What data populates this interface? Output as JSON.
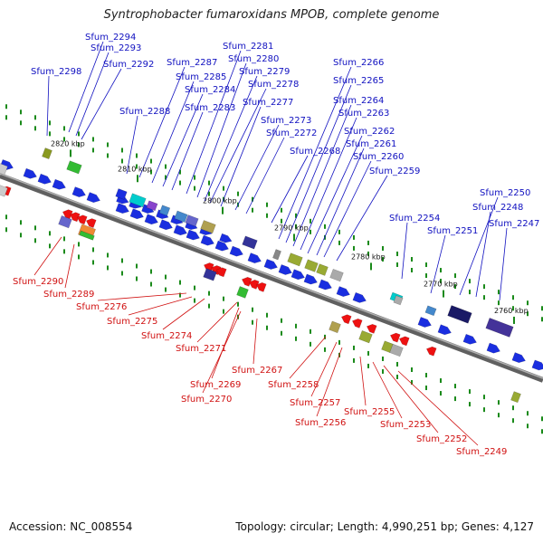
{
  "title": "Syntrophobacter fumaroxidans MPOB, complete genome",
  "footer": {
    "accession": "Accession: NC_008554",
    "summary": "Topology: circular; Length: 4,990,251 bp; Genes: 4,127"
  },
  "colors": {
    "forward": "#1a2ee0",
    "reverse": "#ee1111",
    "backbone": "#888888"
  },
  "ticks": [
    {
      "label": "2820 kbp"
    },
    {
      "label": "2810 kbp"
    },
    {
      "label": "2800 kbp"
    },
    {
      "label": "2790 kbp"
    },
    {
      "label": "2780 kbp"
    },
    {
      "label": "2770 kbp"
    },
    {
      "label": "2760 kbp"
    }
  ],
  "forward_genes": [
    {
      "label": "Sfum_2298"
    },
    {
      "label": "Sfum_2294"
    },
    {
      "label": "Sfum_2293"
    },
    {
      "label": "Sfum_2292"
    },
    {
      "label": "Sfum_2288"
    },
    {
      "label": "Sfum_2287"
    },
    {
      "label": "Sfum_2285"
    },
    {
      "label": "Sfum_2284"
    },
    {
      "label": "Sfum_2283"
    },
    {
      "label": "Sfum_2281"
    },
    {
      "label": "Sfum_2280"
    },
    {
      "label": "Sfum_2279"
    },
    {
      "label": "Sfum_2278"
    },
    {
      "label": "Sfum_2277"
    },
    {
      "label": "Sfum_2273"
    },
    {
      "label": "Sfum_2272"
    },
    {
      "label": "Sfum_2268"
    },
    {
      "label": "Sfum_2266"
    },
    {
      "label": "Sfum_2265"
    },
    {
      "label": "Sfum_2264"
    },
    {
      "label": "Sfum_2263"
    },
    {
      "label": "Sfum_2262"
    },
    {
      "label": "Sfum_2261"
    },
    {
      "label": "Sfum_2260"
    },
    {
      "label": "Sfum_2259"
    },
    {
      "label": "Sfum_2254"
    },
    {
      "label": "Sfum_2251"
    },
    {
      "label": "Sfum_2250"
    },
    {
      "label": "Sfum_2248"
    },
    {
      "label": "Sfum_2247"
    }
  ],
  "reverse_genes": [
    {
      "label": "Sfum_2290"
    },
    {
      "label": "Sfum_2289"
    },
    {
      "label": "Sfum_2276"
    },
    {
      "label": "Sfum_2275"
    },
    {
      "label": "Sfum_2274"
    },
    {
      "label": "Sfum_2271"
    },
    {
      "label": "Sfum_2269"
    },
    {
      "label": "Sfum_2270"
    },
    {
      "label": "Sfum_2267"
    },
    {
      "label": "Sfum_2258"
    },
    {
      "label": "Sfum_2257"
    },
    {
      "label": "Sfum_2256"
    },
    {
      "label": "Sfum_2255"
    },
    {
      "label": "Sfum_2253"
    },
    {
      "label": "Sfum_2252"
    },
    {
      "label": "Sfum_2249"
    }
  ]
}
